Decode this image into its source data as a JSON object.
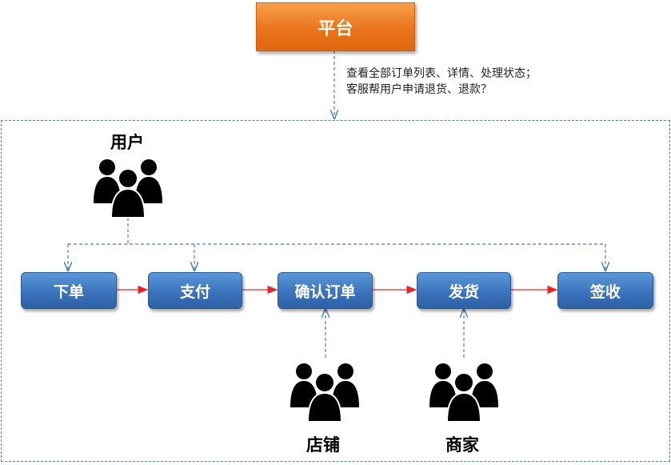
{
  "platform": {
    "label": "平台"
  },
  "note": {
    "line1": "查看全部订单列表、详情、处理状态；",
    "line2": "客服帮用户申请退货、退款？"
  },
  "actors": {
    "user": {
      "label": "用户",
      "icon": "people-group-icon"
    },
    "store": {
      "label": "店铺",
      "icon": "people-group-icon"
    },
    "merchant": {
      "label": "商家",
      "icon": "people-group-icon"
    }
  },
  "steps": [
    {
      "label": "下单"
    },
    {
      "label": "支付"
    },
    {
      "label": "确认订单"
    },
    {
      "label": "发货"
    },
    {
      "label": "签收"
    }
  ],
  "colors": {
    "platform": "#ea741c",
    "step": "#3c74bd",
    "flow_arrow": "#e8232a",
    "dashed_connector": "#4a7ec2"
  }
}
